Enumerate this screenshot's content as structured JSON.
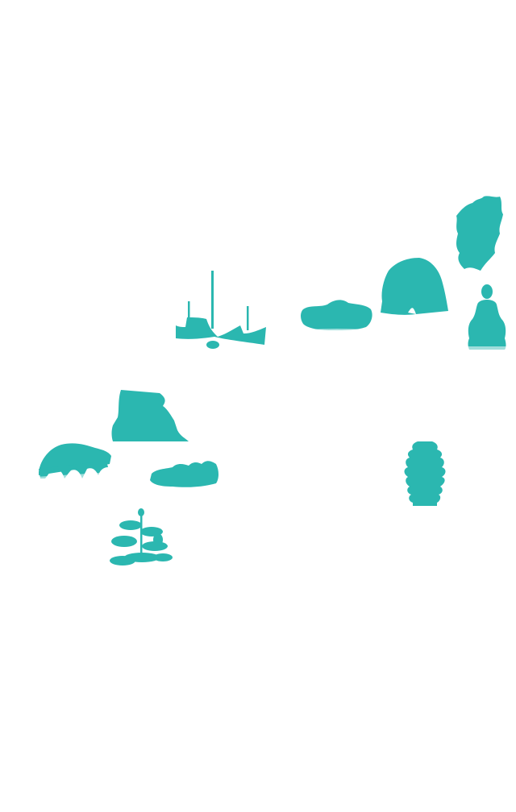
{
  "colors": {
    "accent": "#2bb7b0",
    "background": "#ffffff"
  },
  "landmarks": [
    {
      "id": "mountain-peak",
      "icon": "mountain-peak-icon"
    },
    {
      "id": "rock",
      "icon": "rock-icon"
    },
    {
      "id": "buddha-statue",
      "icon": "buddha-statue-icon"
    },
    {
      "id": "stone-island",
      "icon": "stone-island-icon"
    },
    {
      "id": "sailing-boat",
      "icon": "sailing-boat-icon"
    },
    {
      "id": "cliff",
      "icon": "cliff-icon"
    },
    {
      "id": "arch-bridge",
      "icon": "arch-bridge-icon"
    },
    {
      "id": "small-island",
      "icon": "small-island-icon"
    },
    {
      "id": "lotus-pond",
      "icon": "lotus-pond-icon"
    },
    {
      "id": "pagoda",
      "icon": "pagoda-icon"
    }
  ]
}
